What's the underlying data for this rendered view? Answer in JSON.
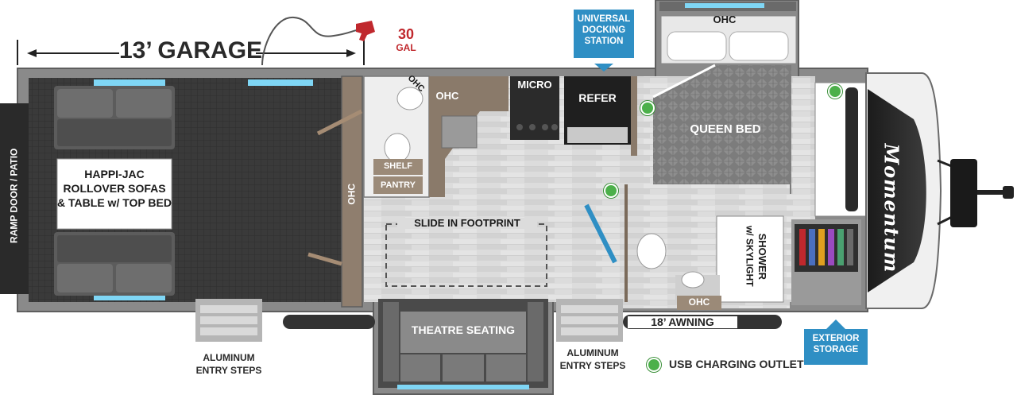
{
  "labels": {
    "garage_dimension": "13’ GARAGE",
    "fuel_amount": "30",
    "fuel_unit": "GAL",
    "ramp_door": "RAMP DOOR / PATIO",
    "sofas_line1": "HAPPI-JAC",
    "sofas_line2": "ROLLOVER SOFAS",
    "sofas_line3": "& TABLE w/ TOP BED",
    "ohc": "OHC",
    "shelf": "SHELF",
    "pantry": "PANTRY",
    "micro": "MICRO",
    "refer": "REFER",
    "queen_bed": "QUEEN BED",
    "slide_in_footprint": "SLIDE IN FOOTPRINT",
    "theatre_seating": "THEATRE SEATING",
    "shower_line1": "SHOWER",
    "shower_line2": "w/ SKYLIGHT",
    "awning": "18’ AWNING",
    "entry_steps_line1": "ALUMINUM",
    "entry_steps_line2": "ENTRY STEPS",
    "usb_legend": "USB CHARGING OUTLET"
  },
  "callouts": {
    "universal_docking_line1": "UNIVERSAL",
    "universal_docking_line2": "DOCKING",
    "universal_docking_line3": "STATION",
    "exterior_storage_line1": "EXTERIOR",
    "exterior_storage_line2": "STORAGE"
  },
  "brand_script": "Momentum",
  "colors": {
    "callout_blue": "#2f8fc4",
    "usb_green": "#4cb04a",
    "fuel_red": "#c0282d",
    "wall_gray": "#7a7a7a",
    "floor_light": "#d9d9d9",
    "garage_floor": "#3b3b3b"
  }
}
